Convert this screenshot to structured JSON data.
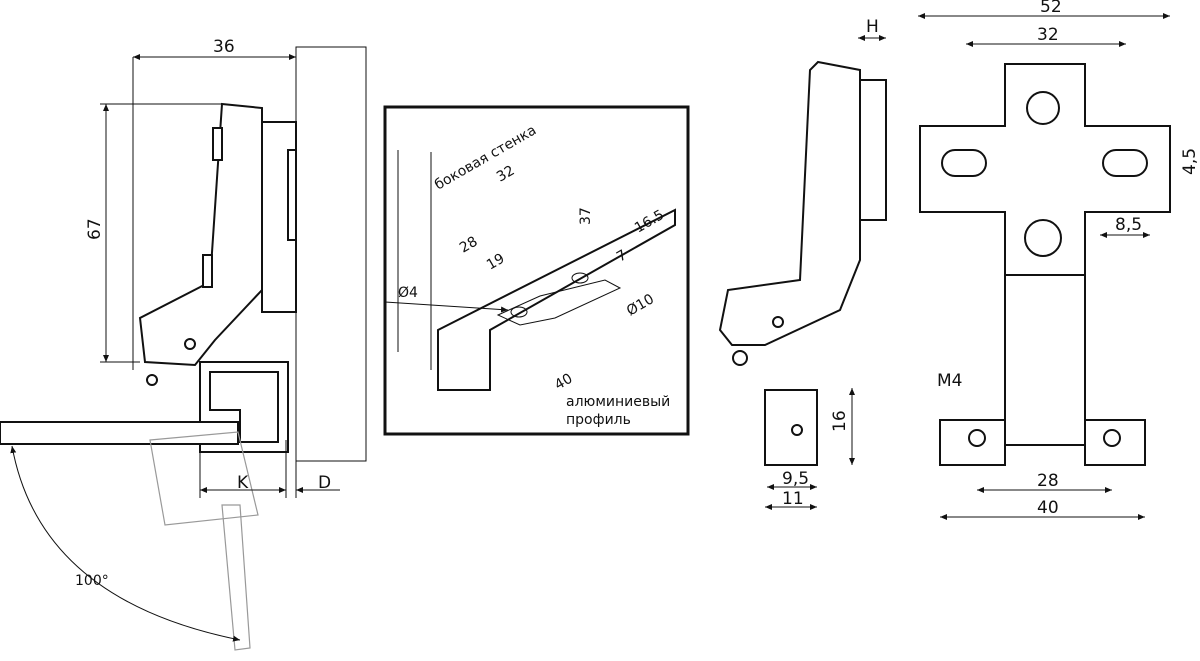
{
  "left_view": {
    "width_dim": "36",
    "height_dim": "67",
    "k_label": "K",
    "d_label": "D",
    "angle": "100°"
  },
  "inset": {
    "side_wall": "боковая стенка",
    "d32": "32",
    "d37": "37",
    "d16_5": "16.5",
    "d28": "28",
    "d19": "19",
    "d7": "7",
    "hole4": "Ø4",
    "hole10": "Ø10",
    "d40": "40",
    "profile_line1": "алюминиевый",
    "profile_line2": "профиль"
  },
  "side_view": {
    "h_label": "H",
    "d16": "16",
    "d9_5": "9,5",
    "d11": "11"
  },
  "front_view": {
    "d52": "52",
    "d32": "32",
    "d4_5": "4,5",
    "d8_5": "8,5",
    "m4": "M4",
    "d28": "28",
    "d40": "40"
  }
}
